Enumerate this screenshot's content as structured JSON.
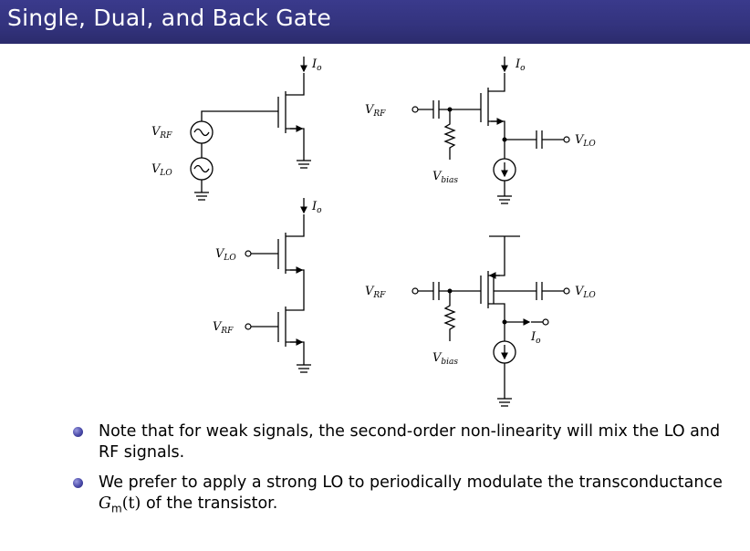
{
  "slide": {
    "title": "Single, Dual, and Back Gate",
    "bullets": [
      "Note that for weak signals, the second-order non-linearity will mix the LO and RF signals.",
      "We prefer to apply a strong LO to periodically modulate the transconductance Gm(t) of the transistor."
    ],
    "bullet2_parts": {
      "before": "We prefer to apply a strong LO to periodically modulate the transconductance ",
      "symbol_base": "G",
      "symbol_sub": "m",
      "symbol_arg": "(t)",
      "after": " of the transistor."
    }
  },
  "circuits": {
    "labels": {
      "V": "V",
      "I": "I",
      "RF": "RF",
      "LO": "LO",
      "o": "o",
      "bias": "bias"
    }
  },
  "colors": {
    "title_bar": "#33337d",
    "title_text": "#ffffff",
    "bullet": "#4a4aa8"
  }
}
